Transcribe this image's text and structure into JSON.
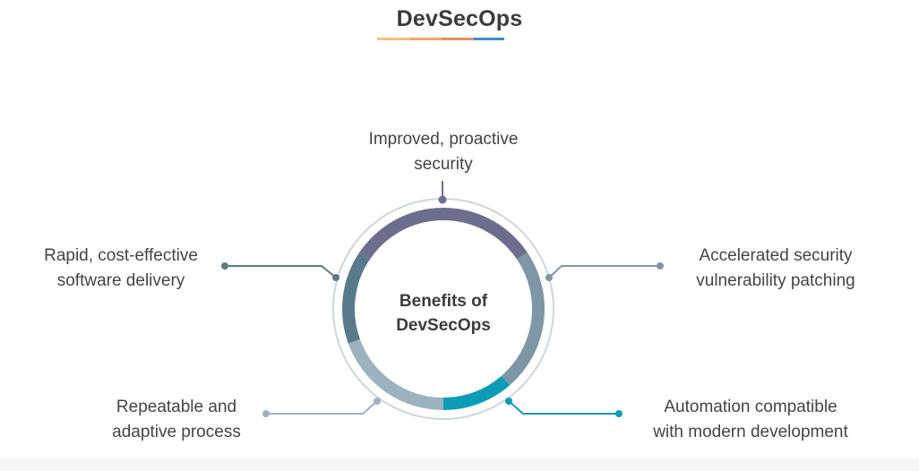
{
  "title": "DevSecOps",
  "center": {
    "line1": "Benefits of",
    "line2": "DevSecOps"
  },
  "benefits": [
    {
      "line1": "Improved, proactive",
      "line2": "security",
      "color": "#6d6e8e"
    },
    {
      "line1": "Accelerated security",
      "line2": "vulnerability patching",
      "color": "#7e97a6"
    },
    {
      "line1": "Automation compatible",
      "line2": "with modern development",
      "color": "#0c9cb8"
    },
    {
      "line1": "Repeatable and",
      "line2": "adaptive process",
      "color": "#9db2bf"
    },
    {
      "line1": "Rapid, cost-effective",
      "line2": "software delivery",
      "color": "#587a8a"
    }
  ],
  "colors": {
    "outer_ring": "#cdd6dc",
    "title_underline": [
      "#f5c07a",
      "#f3a66b",
      "#ef8c5e",
      "#3d8fcf"
    ]
  }
}
